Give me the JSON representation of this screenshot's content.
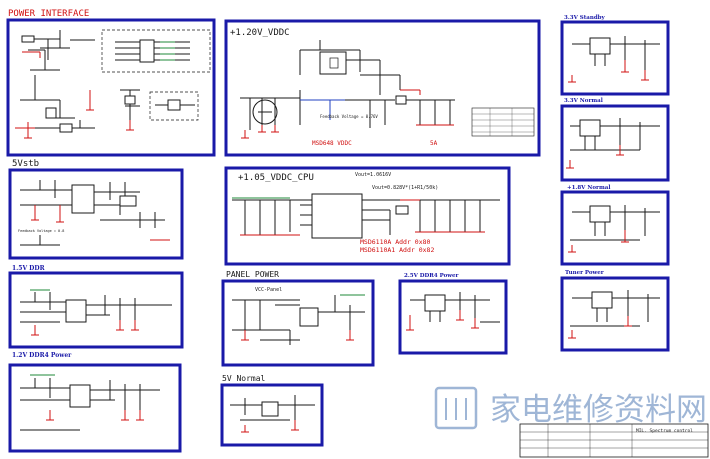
{
  "titles": {
    "power_interface": "POWER INTERFACE",
    "vddc_120": "+1.20V_VDDC",
    "vstb_5": "5Vstb",
    "vddc_cpu_105": "+1.05_VDDC_CPU",
    "ddr_15": "1.5V DDR",
    "panel_power": "PANEL POWER",
    "ddr4_25": "2.5V DDR4 Power",
    "ddr4_12": "1.2V DDR4 Power",
    "normal_5v": "5V Normal",
    "standby_33": "3.3V Standby",
    "normal_33": "3.3V Normal",
    "normal_18": "+1.8V Normal",
    "tuner_power": "Tuner Power"
  },
  "notes": {
    "vddc_chip": "MSD648 VDDC",
    "vddc_current": "5A",
    "vout_cpu": "Vout=1.0616V",
    "vout_formula": "Vout=0.828V*(1+R1/50k)",
    "addr1": "MSD6110A  Addr 0x80",
    "addr2": "MSD6110A1 Addr 0x82",
    "feedback": "Feedback Voltage = 0.8V",
    "vcc_panel": "VCC-Panel"
  },
  "watermark": "家电维修资料网",
  "title_block": {
    "label": "MIL. Spectrum control"
  },
  "colors": {
    "block_border": "#1a1aa8",
    "title_red": "#d01010",
    "wire": "#1a1a1a",
    "net_green": "#1f8a3a",
    "watermark": "#9fb6d6"
  }
}
